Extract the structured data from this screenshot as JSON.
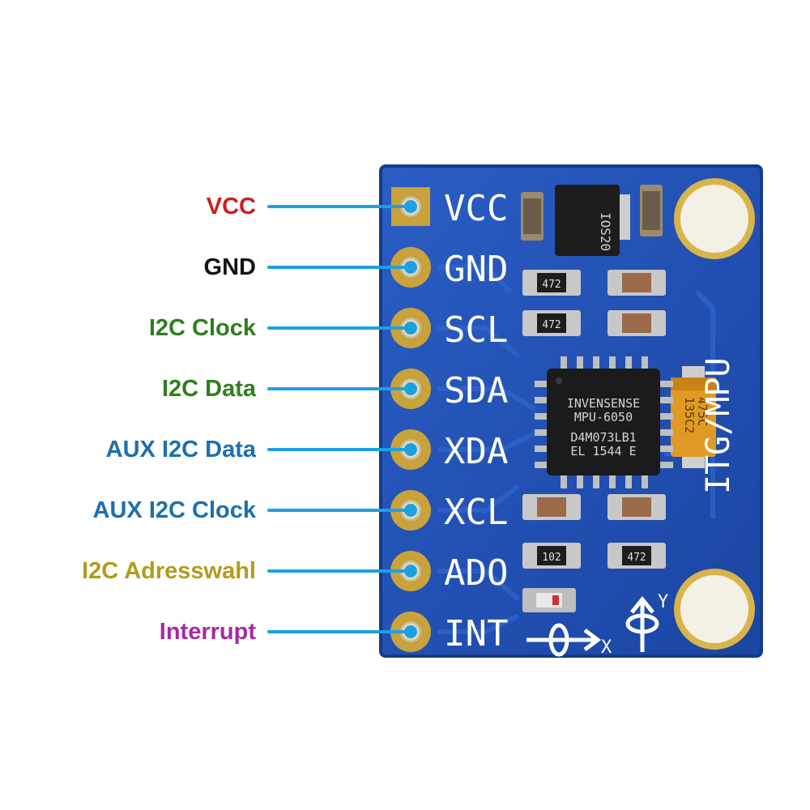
{
  "board": {
    "pin_silkscreen": [
      "VCC",
      "GND",
      "SCL",
      "SDA",
      "XDA",
      "XCL",
      "ADO",
      "INT"
    ],
    "side_silkscreen": "ITG/MPU",
    "chip": {
      "line1": "INVENSENSE",
      "line2": "MPU-6050",
      "line3": "D4M073LB1",
      "line4": "EL 1544 E"
    },
    "regulator_marking": "IOS20",
    "resistor_markings": [
      "472",
      "472",
      "102",
      "472"
    ],
    "capacitor_marking": [
      "475C",
      "135C2"
    ],
    "axis_x": "X",
    "axis_y": "Y",
    "colors": {
      "pcb": "#1f4fb4",
      "pcb_edge": "#163a8c",
      "pad_gold": "#c9a23a",
      "silkscreen": "#ffffff",
      "leader_line": "#1ba1e2"
    }
  },
  "pins": [
    {
      "label": "VCC",
      "color": "#cc1f1a"
    },
    {
      "label": "GND",
      "color": "#111111"
    },
    {
      "label": "I2C Clock",
      "color": "#2e7d1e"
    },
    {
      "label": "I2C Data",
      "color": "#2e7d1e"
    },
    {
      "label": "AUX I2C Data",
      "color": "#1c6fb0"
    },
    {
      "label": "AUX I2C Clock",
      "color": "#1c6fb0"
    },
    {
      "label": "I2C Adresswahl",
      "color": "#b39b1c"
    },
    {
      "label": "Interrupt",
      "color": "#a62aa0"
    }
  ]
}
